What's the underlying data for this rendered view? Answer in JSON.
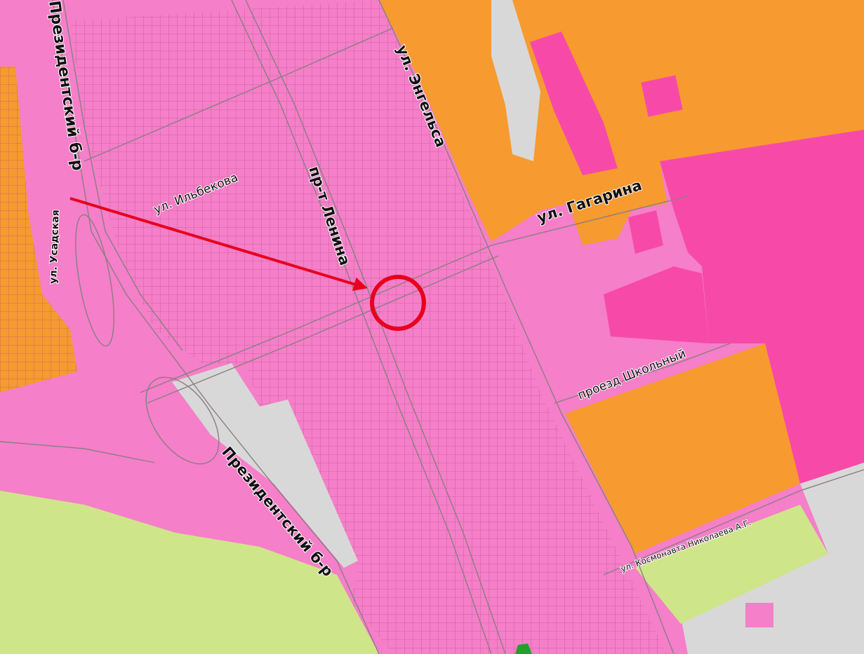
{
  "map": {
    "colors": {
      "residential_pink": "#f57fc8",
      "commercial_magenta": "#f74aa8",
      "industrial_orange": "#f79a30",
      "green_zone": "#cfe58a",
      "gray_zone": "#d8d8d8",
      "marker_red": "#e8001e",
      "road_line": "#8a7e84"
    },
    "streets": {
      "prezidentsky_top": "Президентский б-р",
      "prezidentsky_bottom": "Президентский б-р",
      "ilbekova": "ул. Ильбекова",
      "lenina": "пр-т Ленина",
      "engelsa": "ул. Энгельса",
      "gagarina": "ул. Гагарина",
      "usadskaya": "ул. Усадская",
      "shkolny": "проезд Школьный",
      "nikolaeva": "ул. Космонавта Николаева А.Г."
    },
    "marker": {
      "shape": "circle",
      "pointer": "arrow"
    }
  }
}
